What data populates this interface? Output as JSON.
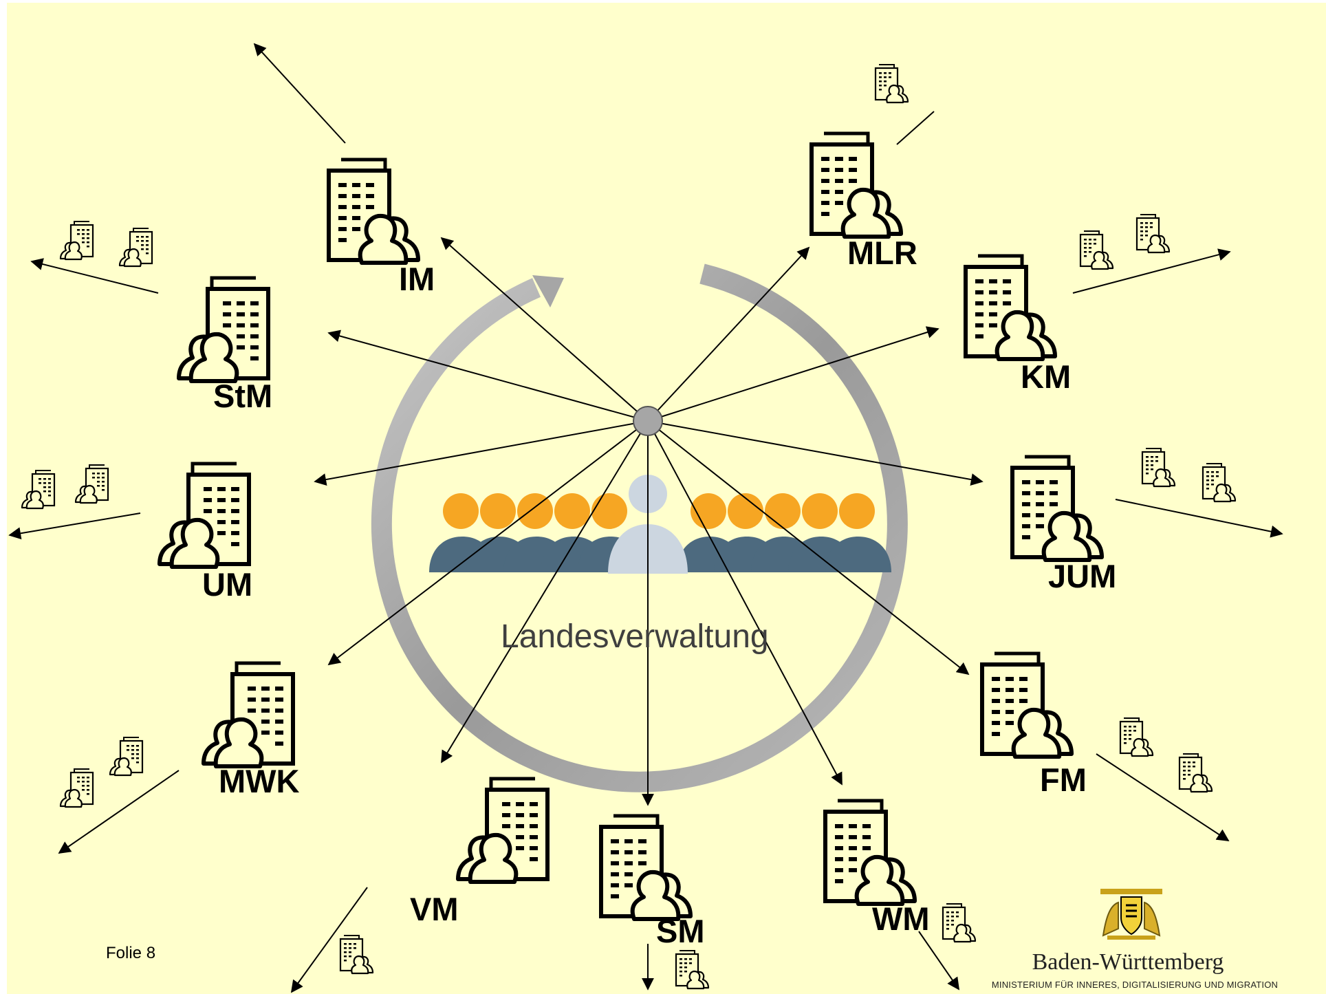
{
  "slide": {
    "background": "#ffffcc",
    "center_label": "Landesverwaltung",
    "slide_number": "Folie 8",
    "logo": {
      "name": "Baden-Württemberg",
      "subtitle": "MINISTERIUM FÜR INNERES, DIGITALISIERUNG UND MIGRATION"
    }
  },
  "ministries": [
    {
      "id": "im",
      "label": "IM"
    },
    {
      "id": "mlr",
      "label": "MLR"
    },
    {
      "id": "km",
      "label": "KM"
    },
    {
      "id": "jum",
      "label": "JUM"
    },
    {
      "id": "fm",
      "label": "FM"
    },
    {
      "id": "wm",
      "label": "WM"
    },
    {
      "id": "sm",
      "label": "SM"
    },
    {
      "id": "vm",
      "label": "VM"
    },
    {
      "id": "mwk",
      "label": "MWK"
    },
    {
      "id": "um",
      "label": "UM"
    },
    {
      "id": "stm",
      "label": "StM"
    }
  ],
  "colors": {
    "ring": "#a6a6a6",
    "people_orange": "#f6a623",
    "people_dark": "#4d6a7f",
    "people_center": "#ccd6e0",
    "hub": "#a6a6a6",
    "arrow": "#000000"
  },
  "icons": {
    "ministry": "office-building-with-people-icon",
    "sub_agency": "small-office-building-icon",
    "coat_of_arms": "coat-of-arms-icon"
  }
}
